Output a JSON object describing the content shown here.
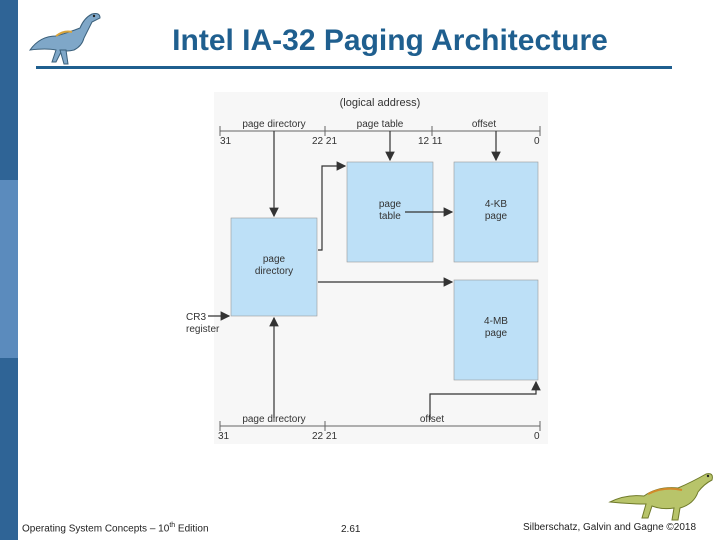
{
  "slide": {
    "title": "Intel IA-32 Paging Architecture",
    "colors": {
      "accent": "#1f5f8f",
      "sidebar": "#2f6496",
      "box_fill": "#bde0f7"
    }
  },
  "diagram": {
    "logical_address_label": "(logical address)",
    "top_fields": {
      "page_directory": "page directory",
      "page_table": "page table",
      "offset": "offset"
    },
    "top_bits": {
      "b31": "31",
      "b22_21": "22 21",
      "b12_11": "12 11",
      "b0": "0"
    },
    "bottom_fields": {
      "page_directory": "page directory",
      "offset": "offset"
    },
    "bottom_bits": {
      "b31": "31",
      "b22_21": "22 21",
      "b0": "0"
    },
    "boxes": {
      "page_directory": [
        "page",
        "directory"
      ],
      "page_table": [
        "page",
        "table"
      ],
      "page_4kb": [
        "4-KB",
        "page"
      ],
      "page_4mb": [
        "4-MB",
        "page"
      ]
    },
    "cr3": [
      "CR3",
      "register"
    ]
  },
  "footer": {
    "left_prefix": "Operating System Concepts – 10",
    "left_sup": "th",
    "left_suffix": " Edition",
    "center": "2.61",
    "right": "Silberschatz, Galvin and Gagne ©2018"
  },
  "icons": {
    "top_left": "dinosaur-icon",
    "bottom_right": "dinosaur-icon"
  }
}
